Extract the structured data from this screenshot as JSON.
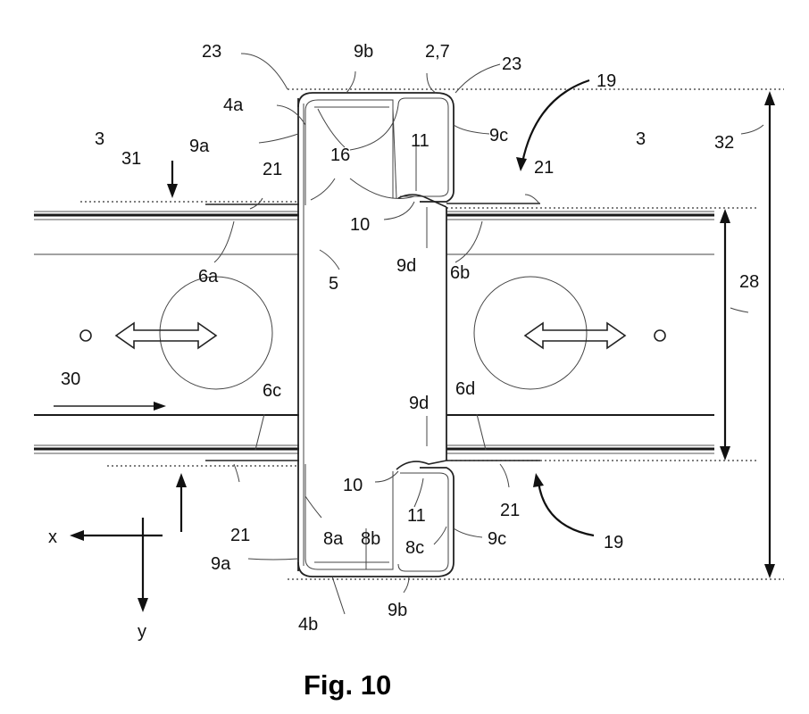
{
  "figure": {
    "caption": "Fig. 10",
    "labels": {
      "l23a": "23",
      "l9b_top": "9b",
      "l27": "2,7",
      "l23b": "23",
      "l19_top": "19",
      "l4a": "4a",
      "l9a_top": "9a",
      "l16": "16",
      "l11_top": "11",
      "l9c_top": "9c",
      "l32": "32",
      "l3_left": "3",
      "l31": "31",
      "l21_tl": "21",
      "l21_tr": "21",
      "l3_right": "3",
      "l10_top": "10",
      "l6a": "6a",
      "l9d_top": "9d",
      "l6b": "6b",
      "l5": "5",
      "l28": "28",
      "l30": "30",
      "l6c": "6c",
      "l9d_bot": "9d",
      "l6d": "6d",
      "l10_bot": "10",
      "l21_br": "21",
      "l11_bot": "11",
      "l21_bl": "21",
      "l19_bot": "19",
      "l8a": "8a",
      "l8b": "8b",
      "l8c": "8c",
      "l9c_bot": "9c",
      "lx": "x",
      "l9a_bot": "9a",
      "l9b_bot": "9b",
      "l4b": "4b",
      "ly": "y"
    }
  }
}
